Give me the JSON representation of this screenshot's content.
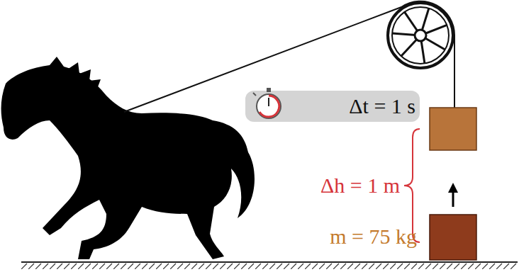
{
  "diagram": {
    "labels": [
      "Δt = 1 s",
      "Δh = 1 m",
      "m = 75 kg"
    ]
  }
}
